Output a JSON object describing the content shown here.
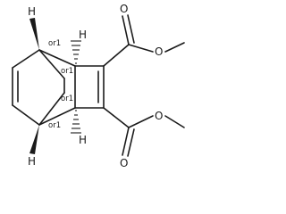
{
  "structure": {
    "stereo_label": "or1",
    "atoms": {
      "hydrogen": "H",
      "oxygen": "O"
    }
  }
}
